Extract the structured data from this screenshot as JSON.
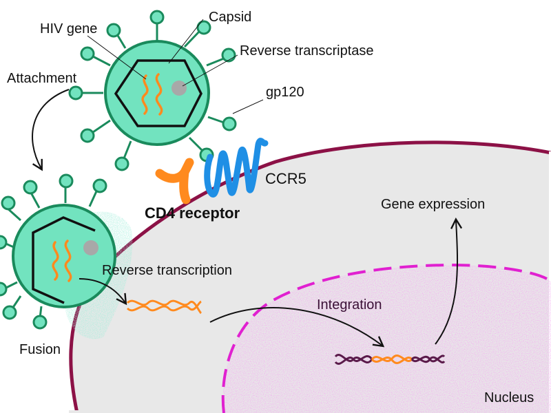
{
  "labels": {
    "hiv_gene": "HIV gene",
    "capsid": "Capsid",
    "reverse_transcriptase": "Reverse transcriptase",
    "attachment": "Attachment",
    "gp120": "gp120",
    "ccr5": "CCR5",
    "cd4_receptor": "CD4 receptor",
    "gene_expression": "Gene expression",
    "reverse_transcription": "Reverse transcription",
    "integration": "Integration",
    "fusion": "Fusion",
    "nucleus": "Nucleus"
  },
  "colors": {
    "virus_fill": "#72e3bf",
    "virus_stroke": "#1a8a5c",
    "cell_membrane": "#8c1146",
    "cytoplasm": "#e8e8e8",
    "nucleus_fill": "#e596e6",
    "nucleus_border": "#e020d0",
    "viral_rna": "#ff8a1e",
    "cd4_receptor": "#ff8a1e",
    "ccr5": "#1f8fe5",
    "rt_enzyme": "#a8a8a8",
    "host_dna": "#5a1a4a"
  }
}
